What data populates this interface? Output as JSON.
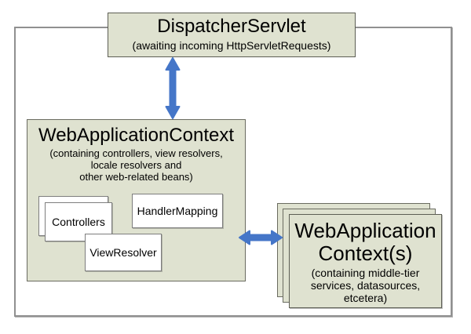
{
  "colors": {
    "box_fill": "#dfe2d0",
    "box_border": "#6a6b60",
    "arrow_blue": "#4576c8",
    "outer_border": "#909090",
    "white_box_fill": "#ffffff"
  },
  "dispatcher_box": {
    "title": "DispatcherServlet",
    "subtitle": "(awaiting incoming HttpServletRequests)"
  },
  "web_application_context_box": {
    "title": "WebApplicationContext",
    "subtitle_lines": [
      "(containing controllers, view resolvers,",
      "locale resolvers and",
      "other web-related beans)"
    ],
    "beans": {
      "controllers": "Controllers",
      "handler_mapping": "HandlerMapping",
      "view_resolver": "ViewResolver"
    }
  },
  "web_application_contexts_box": {
    "title_lines": [
      "WebApplication",
      "Context(s)"
    ],
    "subtitle_lines": [
      "(containing middle-tier",
      "services, datasources,",
      "etcetera)"
    ]
  }
}
